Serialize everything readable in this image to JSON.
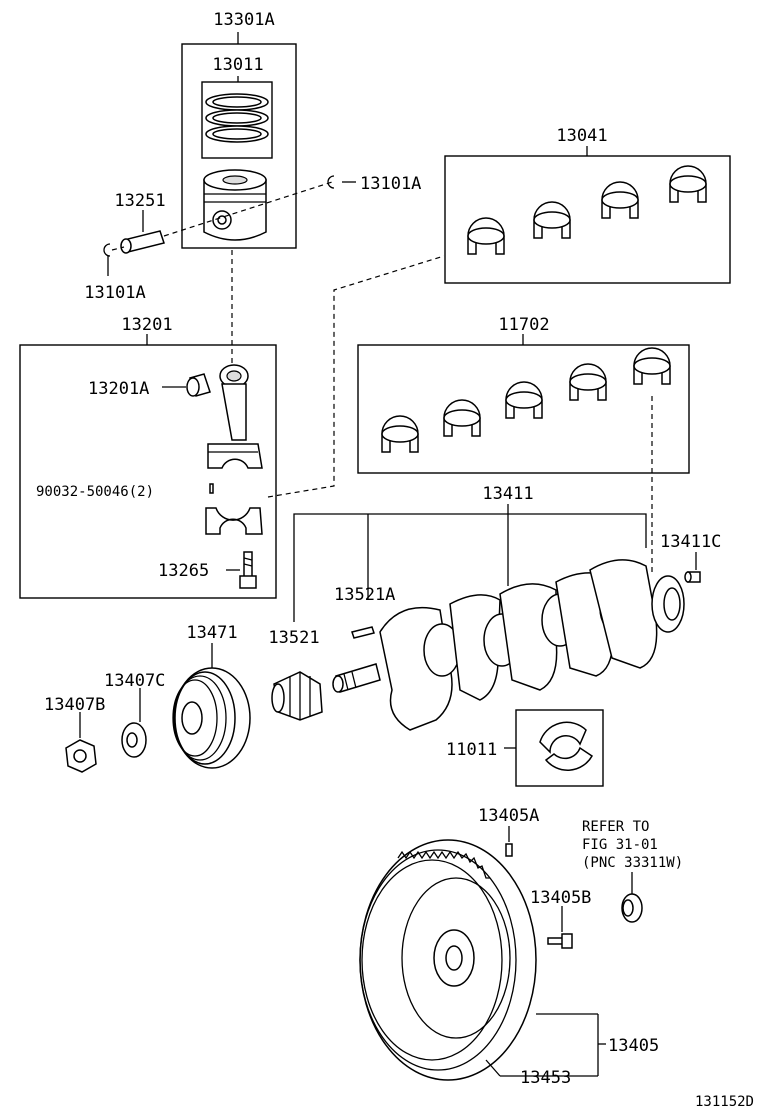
{
  "labels": {
    "p13301A": "13301A",
    "p13011": "13011",
    "p13251": "13251",
    "p13101A_right": "13101A",
    "p13101A_left": "13101A",
    "p13041": "13041",
    "p13201": "13201",
    "p13201A": "13201A",
    "p11702": "11702",
    "p90032": "90032-50046(2)",
    "p13411": "13411",
    "p13411C": "13411C",
    "p13265": "13265",
    "p13521A": "13521A",
    "p13471": "13471",
    "p13521": "13521",
    "p13407C": "13407C",
    "p13407B": "13407B",
    "p11011": "11011",
    "p13405A": "13405A",
    "refer1": "REFER TO",
    "refer2": "FIG 31-01",
    "refer3": "(PNC 33311W)",
    "p13405B": "13405B",
    "p13405": "13405",
    "p13453": "13453",
    "figure_id": "131152D"
  }
}
